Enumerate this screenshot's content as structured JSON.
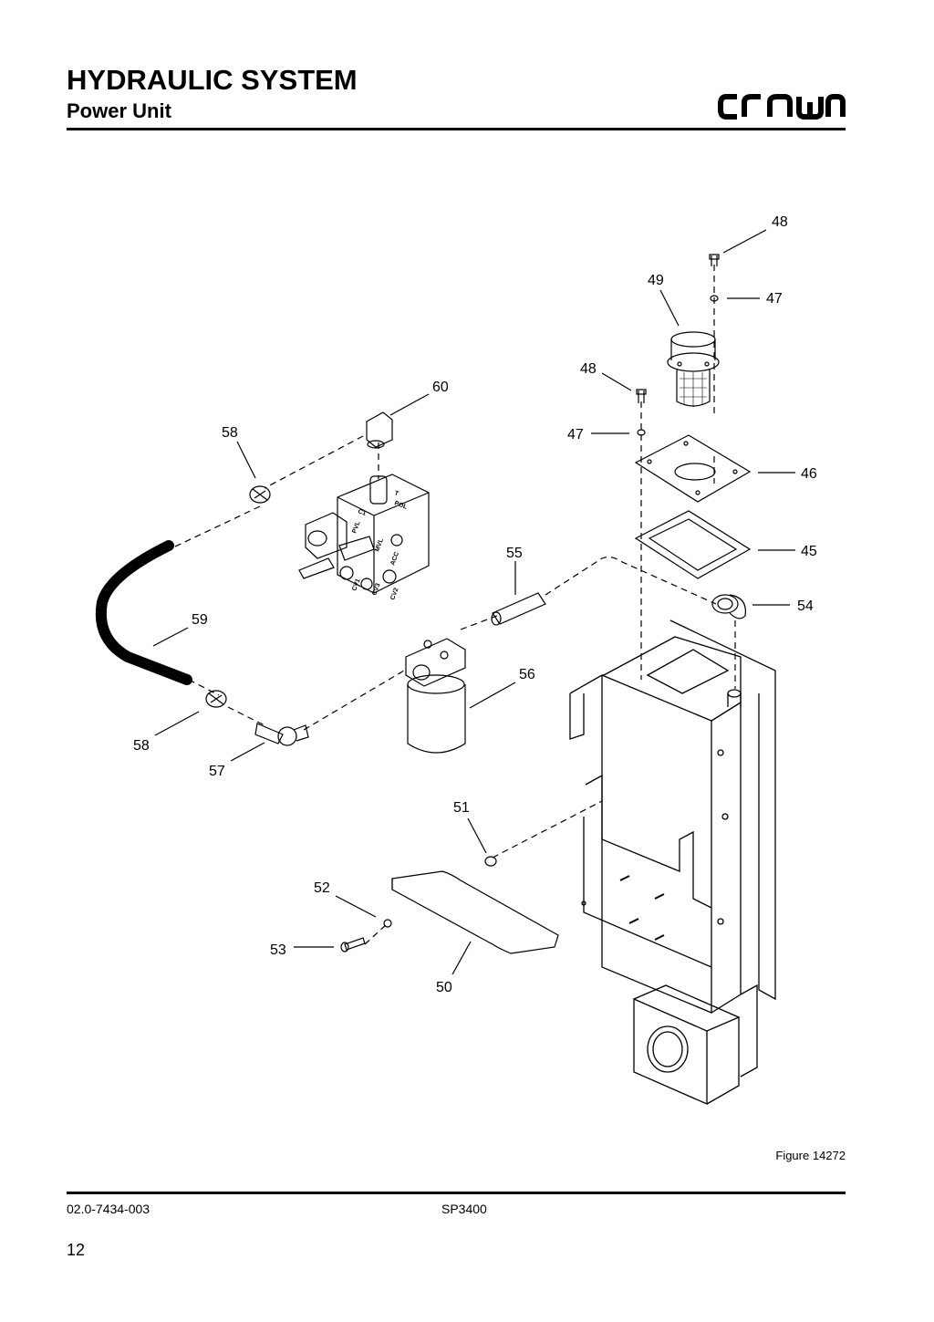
{
  "header": {
    "title": "HYDRAULIC SYSTEM",
    "subtitle": "Power Unit",
    "logo_text": "CROWN"
  },
  "diagram": {
    "callouts": [
      {
        "id": "c48a",
        "label": "48"
      },
      {
        "id": "c49",
        "label": "49"
      },
      {
        "id": "c47a",
        "label": "47"
      },
      {
        "id": "c48b",
        "label": "48"
      },
      {
        "id": "c47b",
        "label": "47"
      },
      {
        "id": "c46",
        "label": "46"
      },
      {
        "id": "c45",
        "label": "45"
      },
      {
        "id": "c54",
        "label": "54"
      },
      {
        "id": "c60",
        "label": "60"
      },
      {
        "id": "c58a",
        "label": "58"
      },
      {
        "id": "c55",
        "label": "55"
      },
      {
        "id": "c59",
        "label": "59"
      },
      {
        "id": "c56",
        "label": "56"
      },
      {
        "id": "c58b",
        "label": "58"
      },
      {
        "id": "c57",
        "label": "57"
      },
      {
        "id": "c51",
        "label": "51"
      },
      {
        "id": "c52",
        "label": "52"
      },
      {
        "id": "c53",
        "label": "53"
      },
      {
        "id": "c50",
        "label": "50"
      }
    ],
    "valve_port_labels": [
      "PVL",
      "MVL",
      "ACC",
      "CV1",
      "CV3",
      "CV2",
      "POL",
      "C1",
      "T"
    ]
  },
  "figure_caption": "Figure 14272",
  "footer": {
    "doc_number": "02.0-7434-003",
    "model": "SP3400",
    "page_number": "12"
  }
}
